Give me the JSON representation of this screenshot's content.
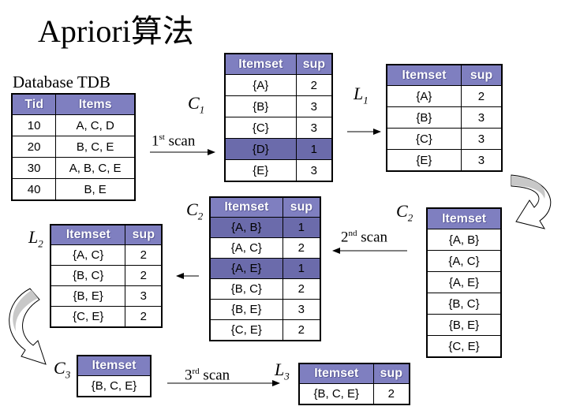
{
  "title": "Apriori算法",
  "db_caption": "Database TDB",
  "db": {
    "headers": [
      "Tid",
      "Items"
    ],
    "rows": [
      [
        "10",
        "A, C, D"
      ],
      [
        "20",
        "B, C, E"
      ],
      [
        "30",
        "A, B, C, E"
      ],
      [
        "40",
        "B, E"
      ]
    ]
  },
  "labels": {
    "c1": {
      "base": "C",
      "sub": "1"
    },
    "l1": {
      "base": "L",
      "sub": "1"
    },
    "c2a": {
      "base": "C",
      "sub": "2"
    },
    "c2b": {
      "base": "C",
      "sub": "2"
    },
    "l2": {
      "base": "L",
      "sub": "2"
    },
    "c3": {
      "base": "C",
      "sub": "3"
    },
    "l3": {
      "base": "L",
      "sub": "3"
    }
  },
  "scans": {
    "s1": {
      "num": "1",
      "suffix": "st",
      "word": " scan"
    },
    "s2": {
      "num": "2",
      "suffix": "nd",
      "word": " scan"
    },
    "s3": {
      "num": "3",
      "suffix": "rd",
      "word": " scan"
    }
  },
  "c1": {
    "headers": [
      "Itemset",
      "sup"
    ],
    "rows": [
      [
        "{A}",
        "2"
      ],
      [
        "{B}",
        "3"
      ],
      [
        "{C}",
        "3"
      ],
      [
        "{D}",
        "1"
      ],
      [
        "{E}",
        "3"
      ]
    ],
    "highlight": [
      3
    ]
  },
  "l1": {
    "headers": [
      "Itemset",
      "sup"
    ],
    "rows": [
      [
        "{A}",
        "2"
      ],
      [
        "{B}",
        "3"
      ],
      [
        "{C}",
        "3"
      ],
      [
        "{E}",
        "3"
      ]
    ]
  },
  "c2_candidates": {
    "headers": [
      "Itemset"
    ],
    "rows": [
      [
        "{A, B}"
      ],
      [
        "{A, C}"
      ],
      [
        "{A, E}"
      ],
      [
        "{B, C}"
      ],
      [
        "{B, E}"
      ],
      [
        "{C, E}"
      ]
    ]
  },
  "c2_counts": {
    "headers": [
      "Itemset",
      "sup"
    ],
    "rows": [
      [
        "{A, B}",
        "1"
      ],
      [
        "{A, C}",
        "2"
      ],
      [
        "{A, E}",
        "1"
      ],
      [
        "{B, C}",
        "2"
      ],
      [
        "{B, E}",
        "3"
      ],
      [
        "{C, E}",
        "2"
      ]
    ],
    "highlight": [
      0,
      2
    ]
  },
  "l2": {
    "headers": [
      "Itemset",
      "sup"
    ],
    "rows": [
      [
        "{A, C}",
        "2"
      ],
      [
        "{B, C}",
        "2"
      ],
      [
        "{B, E}",
        "3"
      ],
      [
        "{C, E}",
        "2"
      ]
    ]
  },
  "c3": {
    "headers": [
      "Itemset"
    ],
    "rows": [
      [
        "{B, C, E}"
      ]
    ]
  },
  "l3": {
    "headers": [
      "Itemset",
      "sup"
    ],
    "rows": [
      [
        "{B, C, E}",
        "2"
      ]
    ]
  }
}
